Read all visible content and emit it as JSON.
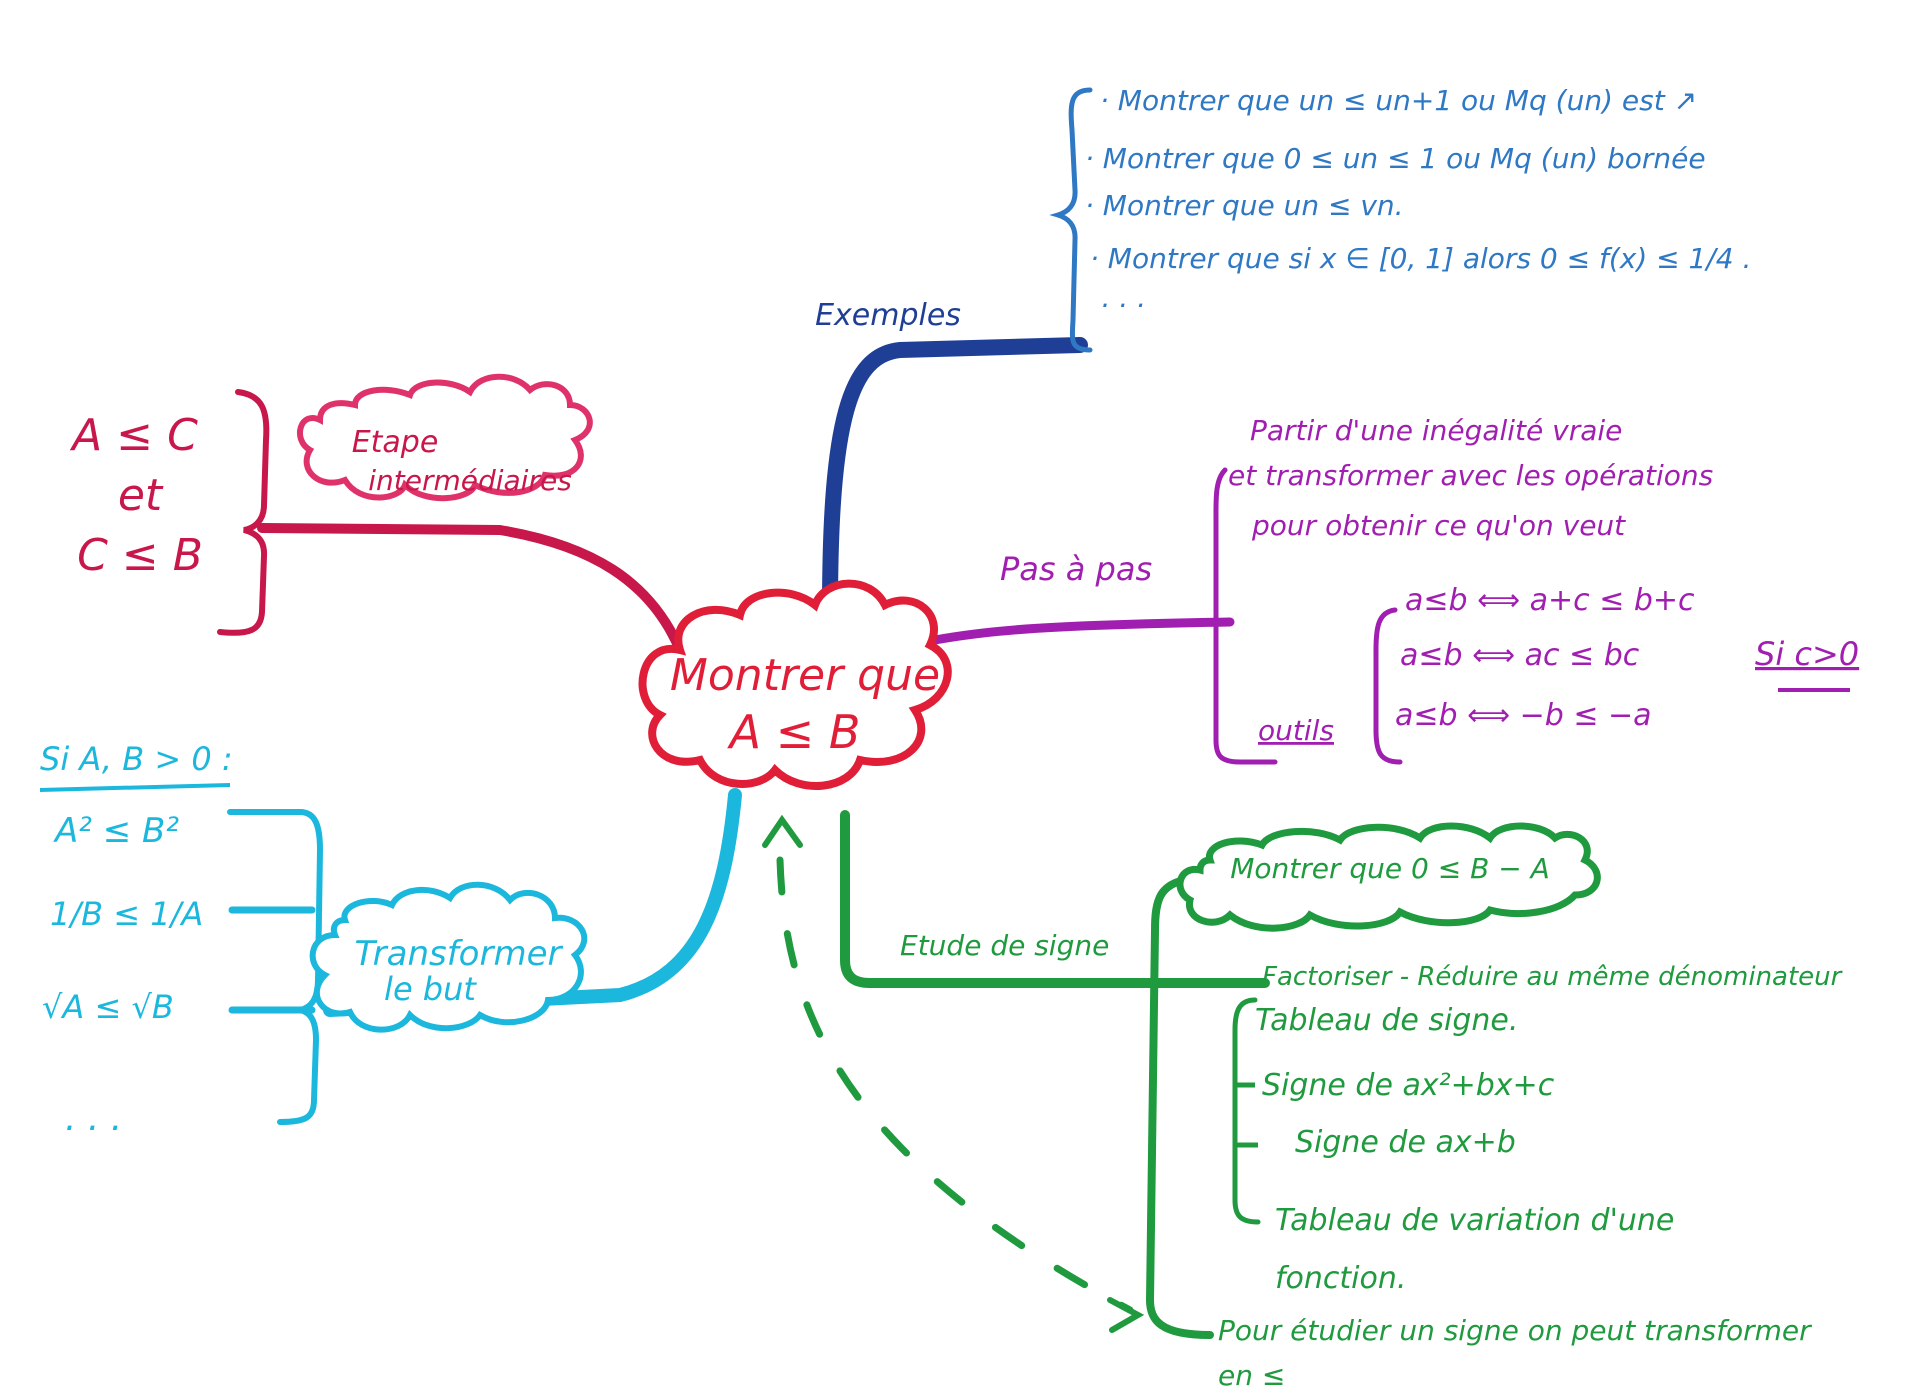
{
  "colors": {
    "red": "#e01e37",
    "crimson": "#c8174a",
    "blue_dark": "#1f3f96",
    "blue_light": "#2f78c4",
    "purple": "#a11fb0",
    "green": "#1f9a3e",
    "cyan": "#1cb7dd"
  },
  "center": {
    "line1": "Montrer que",
    "line2": "A ≤ B"
  },
  "exemples": {
    "label": "Exemples",
    "items": [
      "· Montrer que  un ≤ un+1   ou  Mq (un) est ↗",
      "· Montrer que   0 ≤ un ≤ 1   ou  Mq  (un) bornée",
      "· Montrer que    un ≤ vn.",
      "· Montrer que   si  x ∈ [0, 1]  alors  0 ≤ f(x) ≤ 1/4 .",
      "· · ·"
    ]
  },
  "pas_a_pas": {
    "label": "Pas à pas",
    "desc": [
      "Partir d'une inégalité vraie",
      "et transformer avec les opérations",
      "pour obtenir ce qu'on veut"
    ],
    "outils_label": "outils",
    "outils": [
      "a≤b ⟺  a+c ≤ b+c",
      "a≤b ⟺  ac ≤ bc",
      "a≤b ⟺  −b ≤ −a"
    ],
    "condition": "Si c>0"
  },
  "etape": {
    "label_line1": "Etape",
    "label_line2": "intermédiaires",
    "lines": [
      "A ≤ C",
      "et",
      "C ≤ B"
    ]
  },
  "transformer": {
    "label_line1": "Transformer",
    "label_line2": "le but",
    "condition": "Si A, B > 0 :",
    "items": [
      "A² ≤ B²",
      "1/B ≤ 1/A",
      "√A ≤ √B",
      ". . ."
    ]
  },
  "signe": {
    "label": "Etude de signe",
    "cloud": "Montrer que  0 ≤ B − A",
    "items": [
      "Factoriser - Réduire au même dénominateur",
      "Tableau de signe.",
      "Signe de  ax²+bx+c",
      "Signe  de   ax+b",
      "Tableau de variation d'une",
      "fonction.",
      "Pour étudier un signe on peut transformer",
      "en ≤"
    ]
  }
}
